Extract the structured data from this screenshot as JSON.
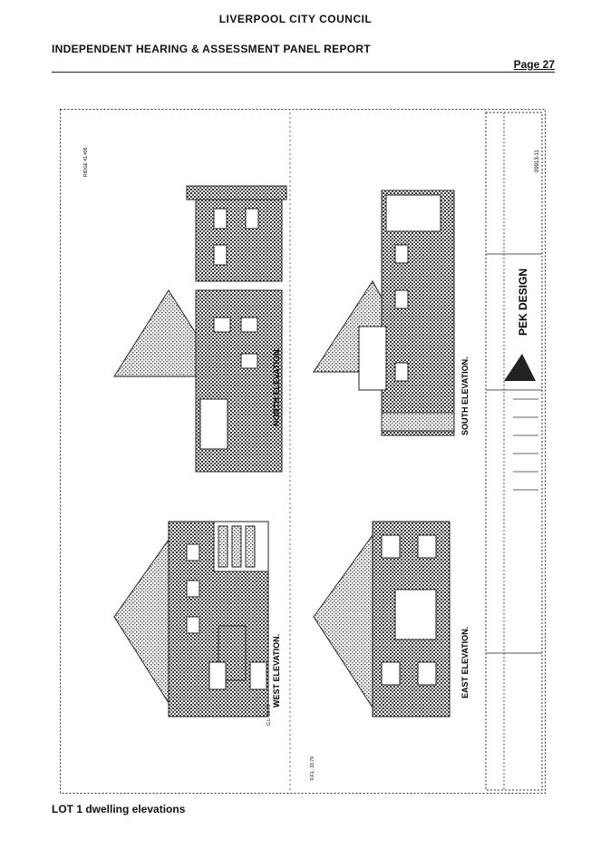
{
  "header": {
    "council": "LIVERPOOL CITY COUNCIL",
    "report": "INDEPENDENT HEARING & ASSESSMENT PANEL REPORT",
    "page": "Page 27"
  },
  "elevations": {
    "north": "NORTH ELEVATION.",
    "south": "SOUTH ELEVATION.",
    "west": "WEST ELEVATION.",
    "east": "EAST ELEVATION."
  },
  "levels": {
    "ridge": "RIDGE 41.495",
    "ffl": "F.F.L. 33.79",
    "gl": "G.L. 33.79"
  },
  "title_block": {
    "firm": "PEK DESIGN",
    "drawing_no": "09913-11"
  },
  "caption": "LOT 1 dwelling elevations"
}
